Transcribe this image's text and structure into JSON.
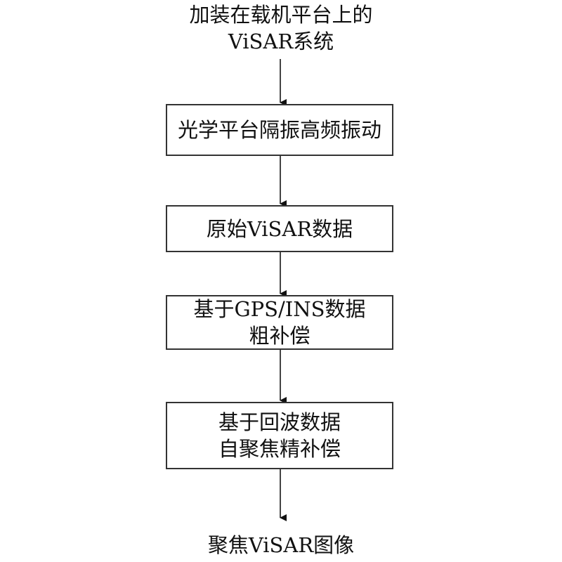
{
  "start": {
    "line1": "加装在载机平台上的",
    "line2": "ViSAR系统"
  },
  "steps": [
    {
      "line1": "光学平台隔振高频振动"
    },
    {
      "line1": "原始ViSAR数据"
    },
    {
      "line1": "基于GPS/INS数据",
      "line2": "粗补偿"
    },
    {
      "line1": "基于回波数据",
      "line2": "自聚焦精补偿"
    }
  ],
  "end": {
    "line1": "聚焦ViSAR图像"
  }
}
